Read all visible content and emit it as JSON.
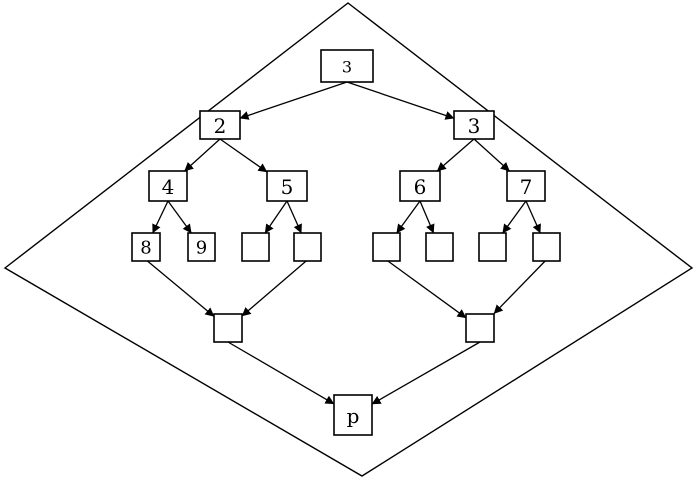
{
  "diagram": {
    "outline_shape": "diamond",
    "nodes": [
      {
        "id": "root",
        "label": "3"
      },
      {
        "id": "left-a",
        "label": "2"
      },
      {
        "id": "right-a",
        "label": "3"
      },
      {
        "id": "n4",
        "label": "4"
      },
      {
        "id": "n5",
        "label": "5"
      },
      {
        "id": "n6",
        "label": "6"
      },
      {
        "id": "n7",
        "label": "7"
      },
      {
        "id": "n8",
        "label": "8"
      },
      {
        "id": "n9",
        "label": "9"
      },
      {
        "id": "e1",
        "label": ""
      },
      {
        "id": "e2",
        "label": ""
      },
      {
        "id": "e3",
        "label": ""
      },
      {
        "id": "e4",
        "label": ""
      },
      {
        "id": "e5",
        "label": ""
      },
      {
        "id": "e6",
        "label": ""
      },
      {
        "id": "m-left",
        "label": ""
      },
      {
        "id": "m-right",
        "label": ""
      },
      {
        "id": "sink",
        "label": "p"
      }
    ],
    "edges": [
      [
        "root",
        "left-a"
      ],
      [
        "root",
        "right-a"
      ],
      [
        "left-a",
        "n4"
      ],
      [
        "left-a",
        "n5"
      ],
      [
        "right-a",
        "n6"
      ],
      [
        "right-a",
        "n7"
      ],
      [
        "n4",
        "n8"
      ],
      [
        "n4",
        "n9"
      ],
      [
        "n5",
        "e1"
      ],
      [
        "n5",
        "e2"
      ],
      [
        "n6",
        "e3"
      ],
      [
        "n6",
        "e4"
      ],
      [
        "n7",
        "e5"
      ],
      [
        "n7",
        "e6"
      ],
      [
        "n8",
        "m-left"
      ],
      [
        "e2",
        "m-left"
      ],
      [
        "e3",
        "m-right"
      ],
      [
        "e6",
        "m-right"
      ],
      [
        "m-left",
        "sink"
      ],
      [
        "m-right",
        "sink"
      ]
    ]
  }
}
